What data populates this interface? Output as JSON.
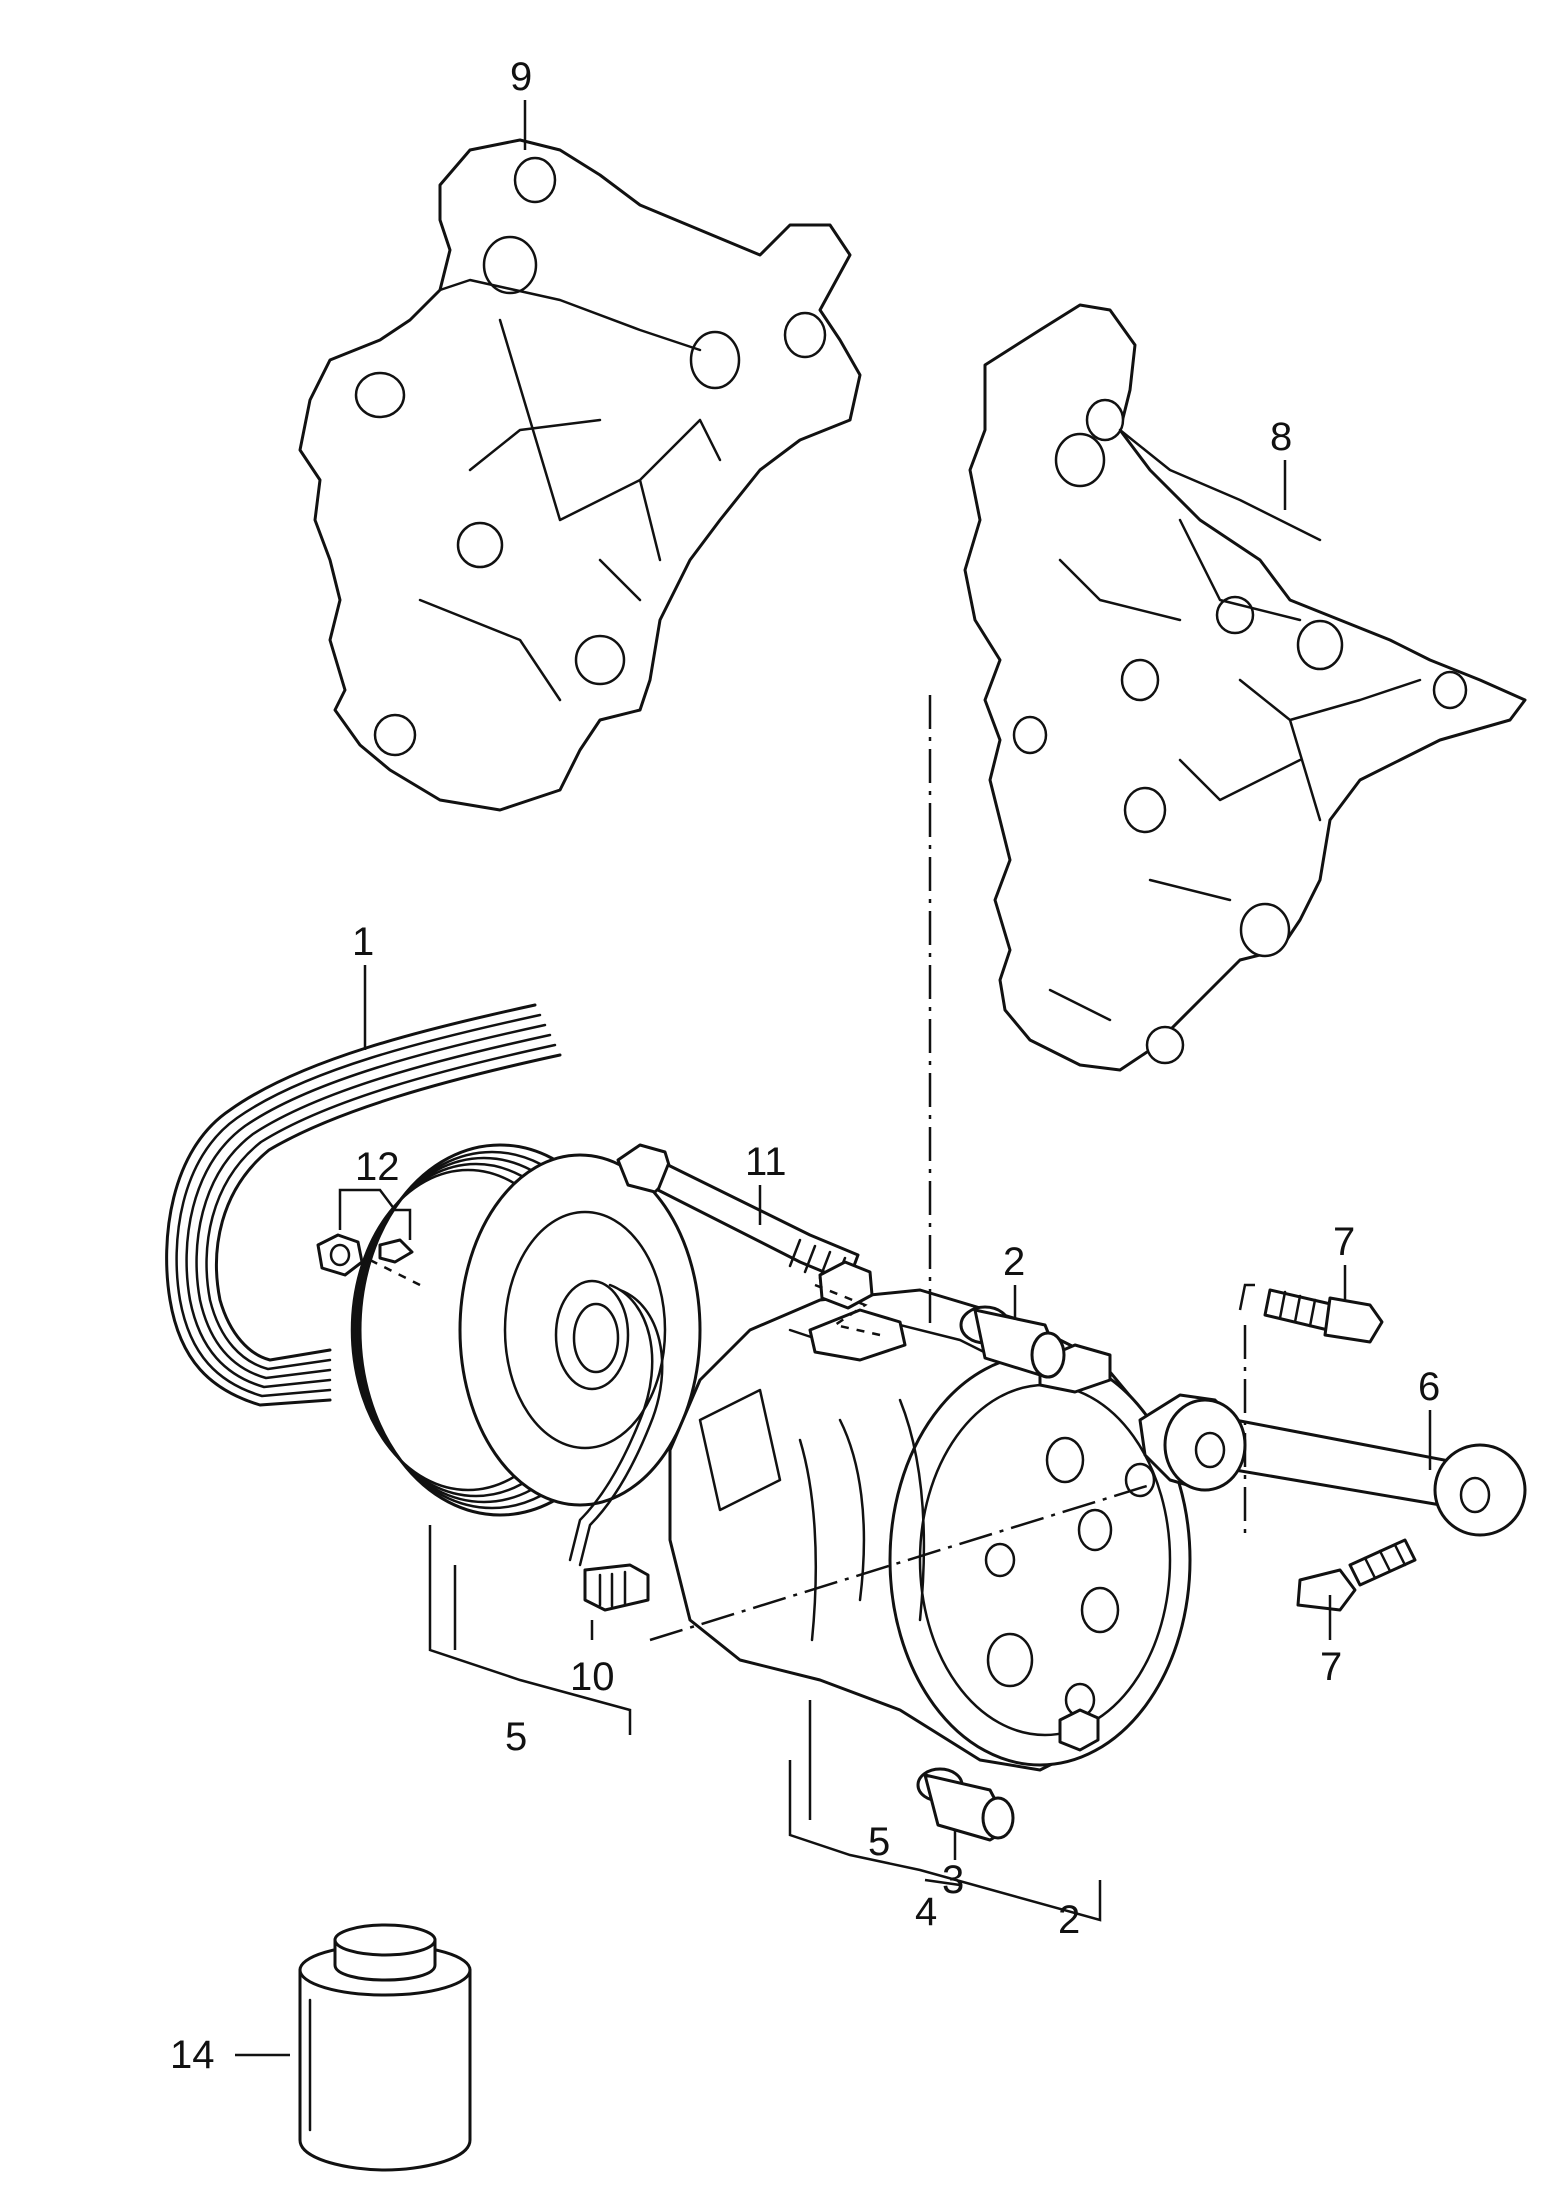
{
  "callouts": {
    "c1": "1",
    "c2a": "2",
    "c2b": "2",
    "c3": "3",
    "c4": "4",
    "c5a": "5",
    "c5b": "5",
    "c6": "6",
    "c7a": "7",
    "c7b": "7",
    "c8": "8",
    "c9": "9",
    "c10": "10",
    "c11": "11",
    "c12": "12",
    "c14": "14"
  }
}
